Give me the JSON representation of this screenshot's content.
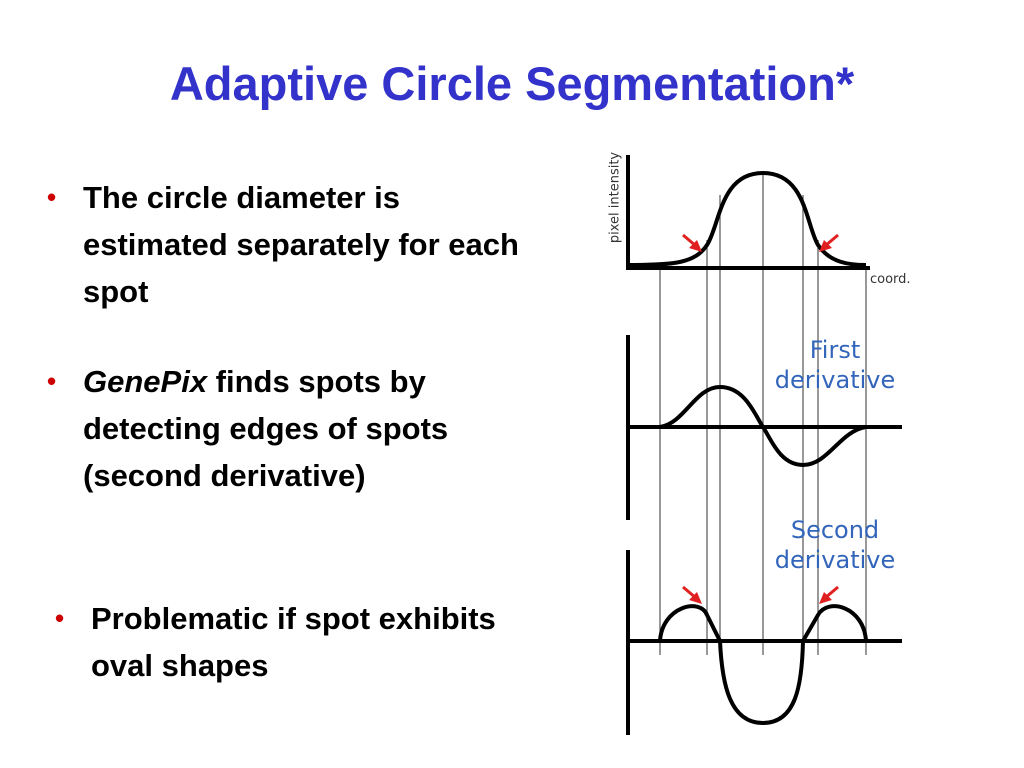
{
  "slide": {
    "title": "Adaptive Circle Segmentation*",
    "bullets": [
      {
        "text": "The circle diameter is estimated separately for each spot"
      },
      {
        "emphasis": "GenePix",
        "text": " finds spots by detecting edges of spots (second derivative)"
      },
      {
        "text": "Problematic if spot exhibits oval shapes"
      }
    ],
    "bullet_symbol": "•"
  },
  "figure": {
    "ylabel": "pixel intensity",
    "xlabel": "coord.",
    "first_derivative_label": "First derivative",
    "second_derivative_label": "Second derivative",
    "arrow_color": "#e02020",
    "label_color": "#3366bb"
  },
  "colors": {
    "title": "#3333cc",
    "bullet_dot": "#cc0000",
    "text": "#000000"
  }
}
